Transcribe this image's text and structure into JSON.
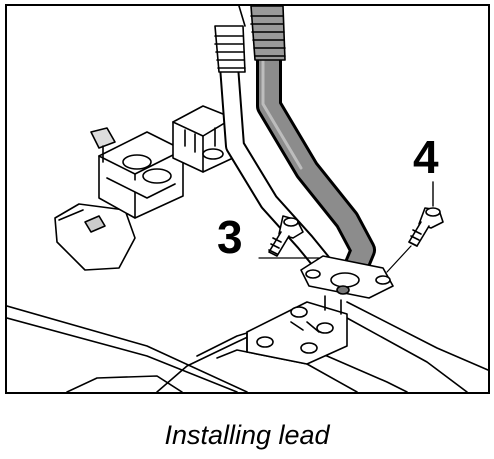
{
  "figure": {
    "callouts": [
      {
        "id": "3",
        "label": "3",
        "part": "bolt"
      },
      {
        "id": "4",
        "label": "4",
        "part": "bolt"
      }
    ],
    "caption": "Installing lead"
  }
}
